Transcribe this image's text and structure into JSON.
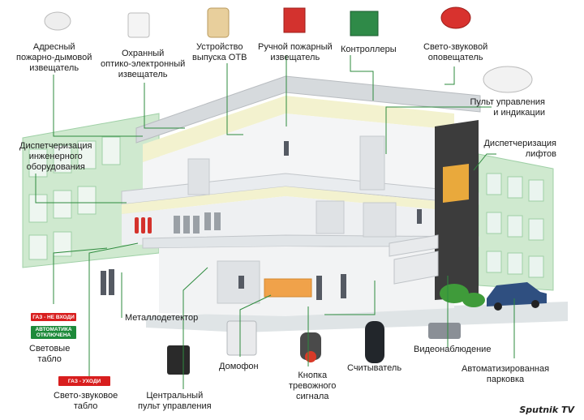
{
  "labels": {
    "address_smoke": "Адресный\nпожарно-дымовой\nизвещатель",
    "optic_detector": "Охранный\nоптико-электронный\nизвещатель",
    "extinguisher_device": "Устройство\nвыпуска ОТВ",
    "manual_fire": "Ручной пожарный\nизвещатель",
    "controllers": "Контроллеры",
    "light_sound_alert": "Свето-звуковой\nоповещатель",
    "control_panel": "Пульт управления\nи индикации",
    "eng_dispatch": "Диспетчеризация\nинженерного\nоборудования",
    "lift_dispatch": "Диспетчеризация\nлифтов",
    "light_boards": "Световые\nтабло",
    "metal_detector": "Металлодетектор",
    "intercom": "Домофон",
    "alarm_button": "Кнопка\nтревожного\nсигнала",
    "reader": "Считыватель",
    "video": "Видеонаблюдение",
    "parking": "Автоматизированная\nпарковка",
    "light_sound_board": "Свето-звуковое\nтабло",
    "central_panel": "Центральный\nпульт управления"
  },
  "signs": {
    "gas_no_entry": "ГАЗ - НЕ ВХОДИ",
    "auto_off": "АВТОМАТИКА\nОТКЛЮЧЕНА",
    "gas_leave": "ГАЗ - УХОДИ"
  },
  "watermark": "Sputnik TV",
  "colors": {
    "leader_line": "#2e8b3e",
    "wall_green": "#cfe9cf",
    "wall_green_dark": "#9fd0a6",
    "floor_slab": "#e9ecef",
    "ceiling_yellow": "#f3f2cf",
    "stair_core": "#3c3c3c",
    "sign_red": "#d81e1e",
    "sign_green": "#1d8a3a"
  }
}
